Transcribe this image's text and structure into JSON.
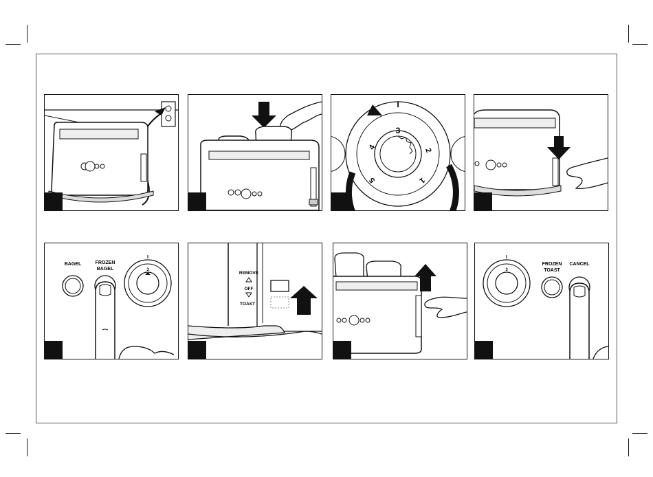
{
  "dial": {
    "top_mark": "I",
    "numbers": [
      "1",
      "2",
      "3",
      "4",
      "5"
    ]
  },
  "buttons": {
    "bagel": "BAGEL",
    "frozen_bagel": [
      "FROZEN",
      "BAGEL"
    ],
    "frozen_toast": [
      "FROZEN",
      "TOAST"
    ],
    "cancel": "CANCEL"
  },
  "lever_labels": {
    "remove": "REMOVE",
    "off": "OFF",
    "toast": "TOAST"
  },
  "colors": {
    "ink": "#111111",
    "paper": "#ffffff"
  },
  "icons": [
    "plug-icon",
    "bread-slice-icon",
    "hand-icon",
    "arrow-down-icon",
    "arrow-up-icon",
    "dial-icon",
    "finger-icon"
  ]
}
